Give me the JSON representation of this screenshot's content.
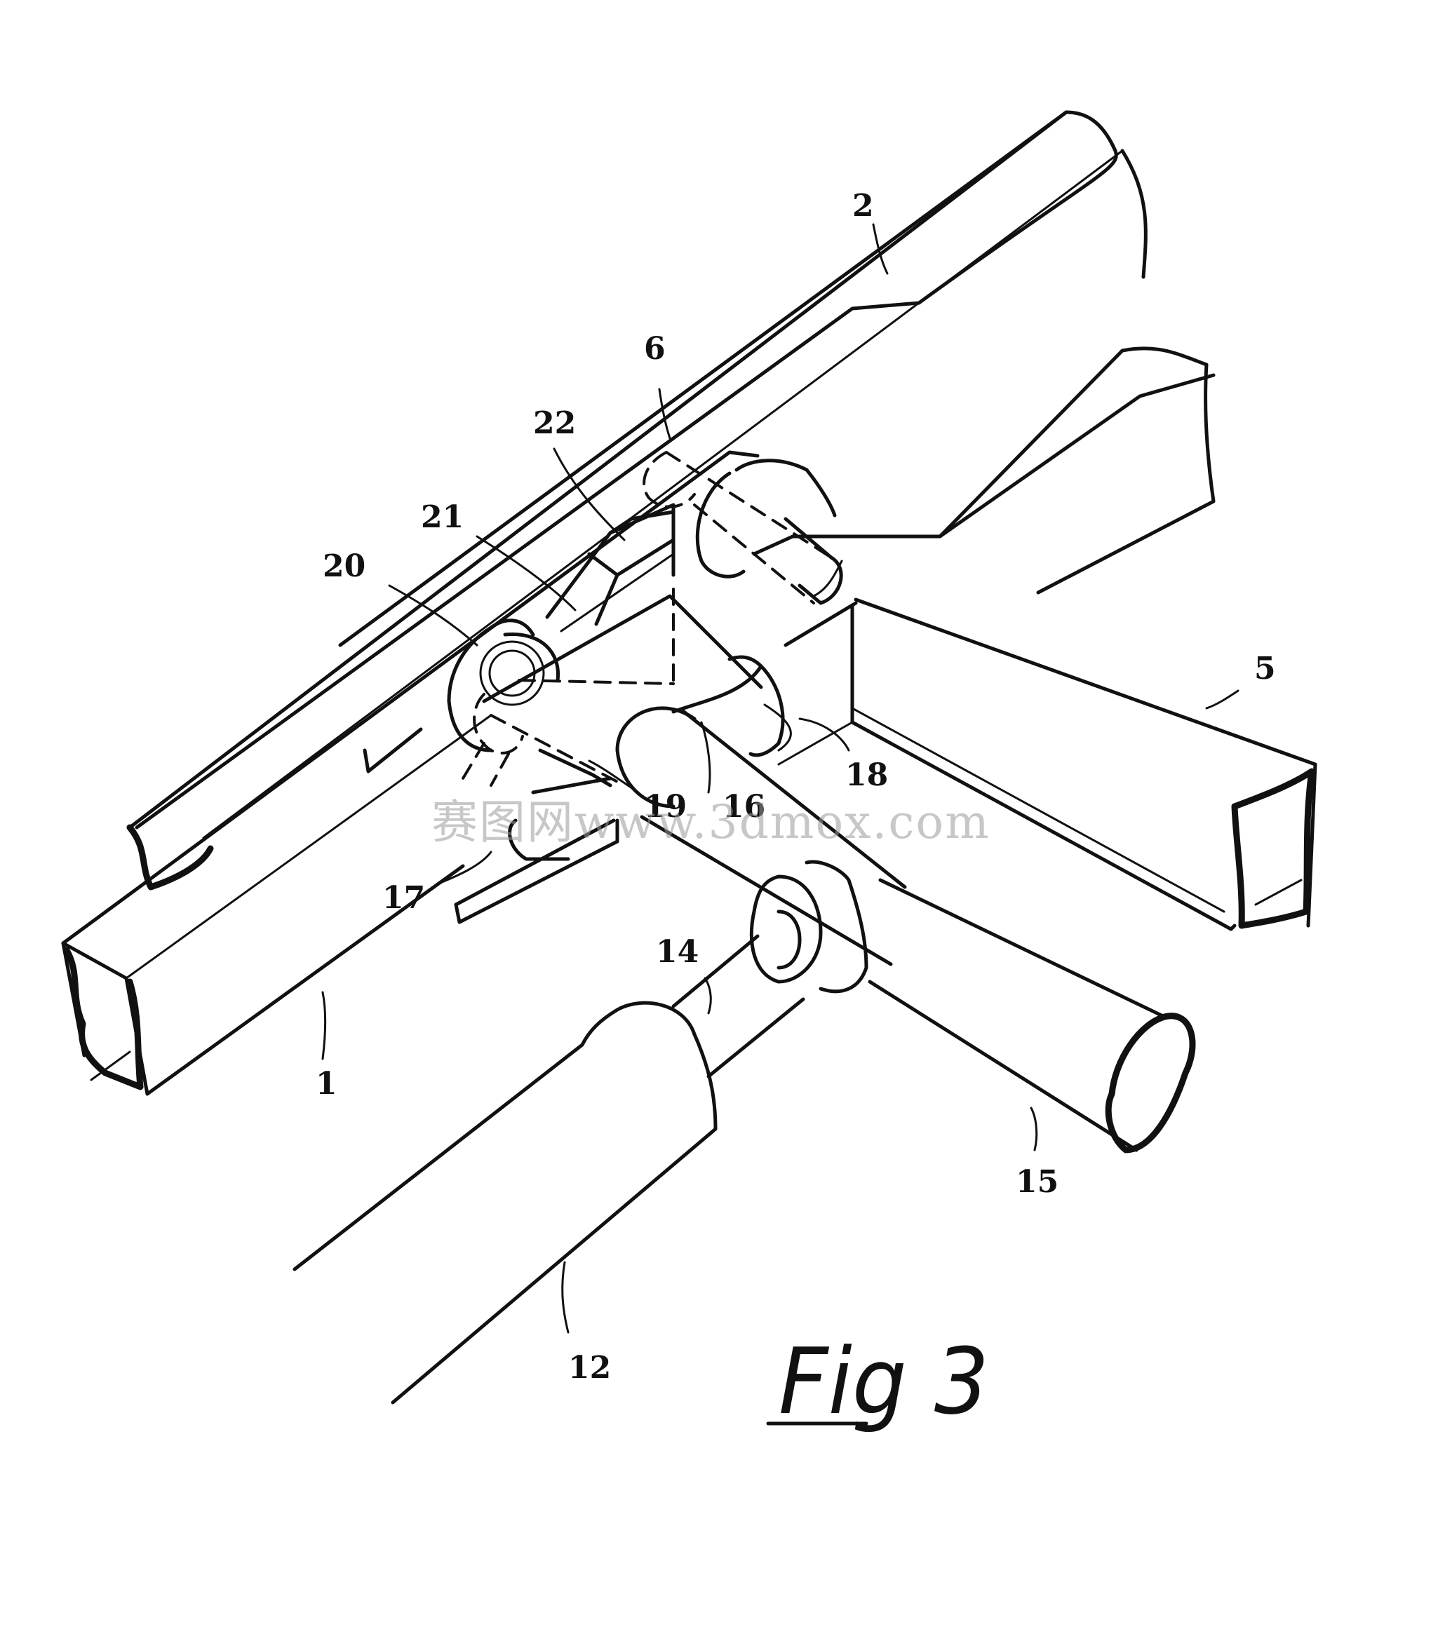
{
  "figure": {
    "caption": "Fig 3",
    "watermark": "赛图网www.3dmox.com",
    "labels": {
      "l1": "1",
      "l2": "2",
      "l5": "5",
      "l6": "6",
      "l12": "12",
      "l14": "14",
      "l15": "15",
      "l16": "16",
      "l17": "17",
      "l18": "18",
      "l19": "19",
      "l20": "20",
      "l21": "21",
      "l22": "22"
    }
  }
}
